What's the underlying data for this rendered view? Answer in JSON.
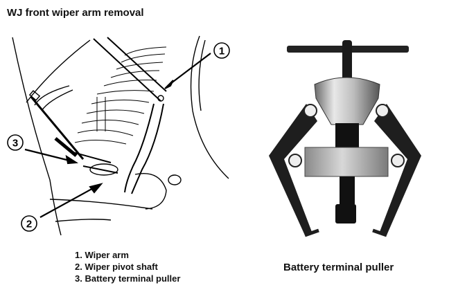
{
  "title": "WJ front wiper arm removal",
  "legend": [
    {
      "num": "1",
      "label": "1. Wiper arm"
    },
    {
      "num": "2",
      "label": "2. Wiper pivot shaft"
    },
    {
      "num": "3",
      "label": "3. Battery terminal puller"
    }
  ],
  "callouts": [
    "1",
    "2",
    "3"
  ],
  "right_caption": "Battery terminal puller"
}
